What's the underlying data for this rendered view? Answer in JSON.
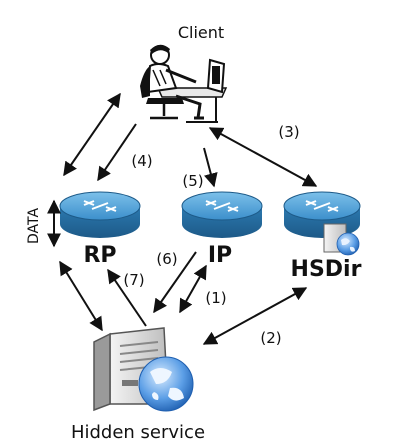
{
  "client": {
    "label": "Client",
    "icon": "user-at-computer-icon"
  },
  "hidden_service": {
    "label": "Hidden service",
    "icon": "server-globe-icon"
  },
  "routers": [
    {
      "id": "rp",
      "label": "RP",
      "icon": "router-icon"
    },
    {
      "id": "ip",
      "label": "IP",
      "icon": "router-icon"
    },
    {
      "id": "hsdir",
      "label": "HSDir",
      "icon": "router-with-server-icon"
    }
  ],
  "side_label": "DATA",
  "steps": [
    "(1)",
    "(2)",
    "(3)",
    "(4)",
    "(5)",
    "(6)",
    "(7)"
  ],
  "colors": {
    "router": "#2e7fb8",
    "router_top": "#5aa9dc",
    "arrow": "#111111"
  }
}
